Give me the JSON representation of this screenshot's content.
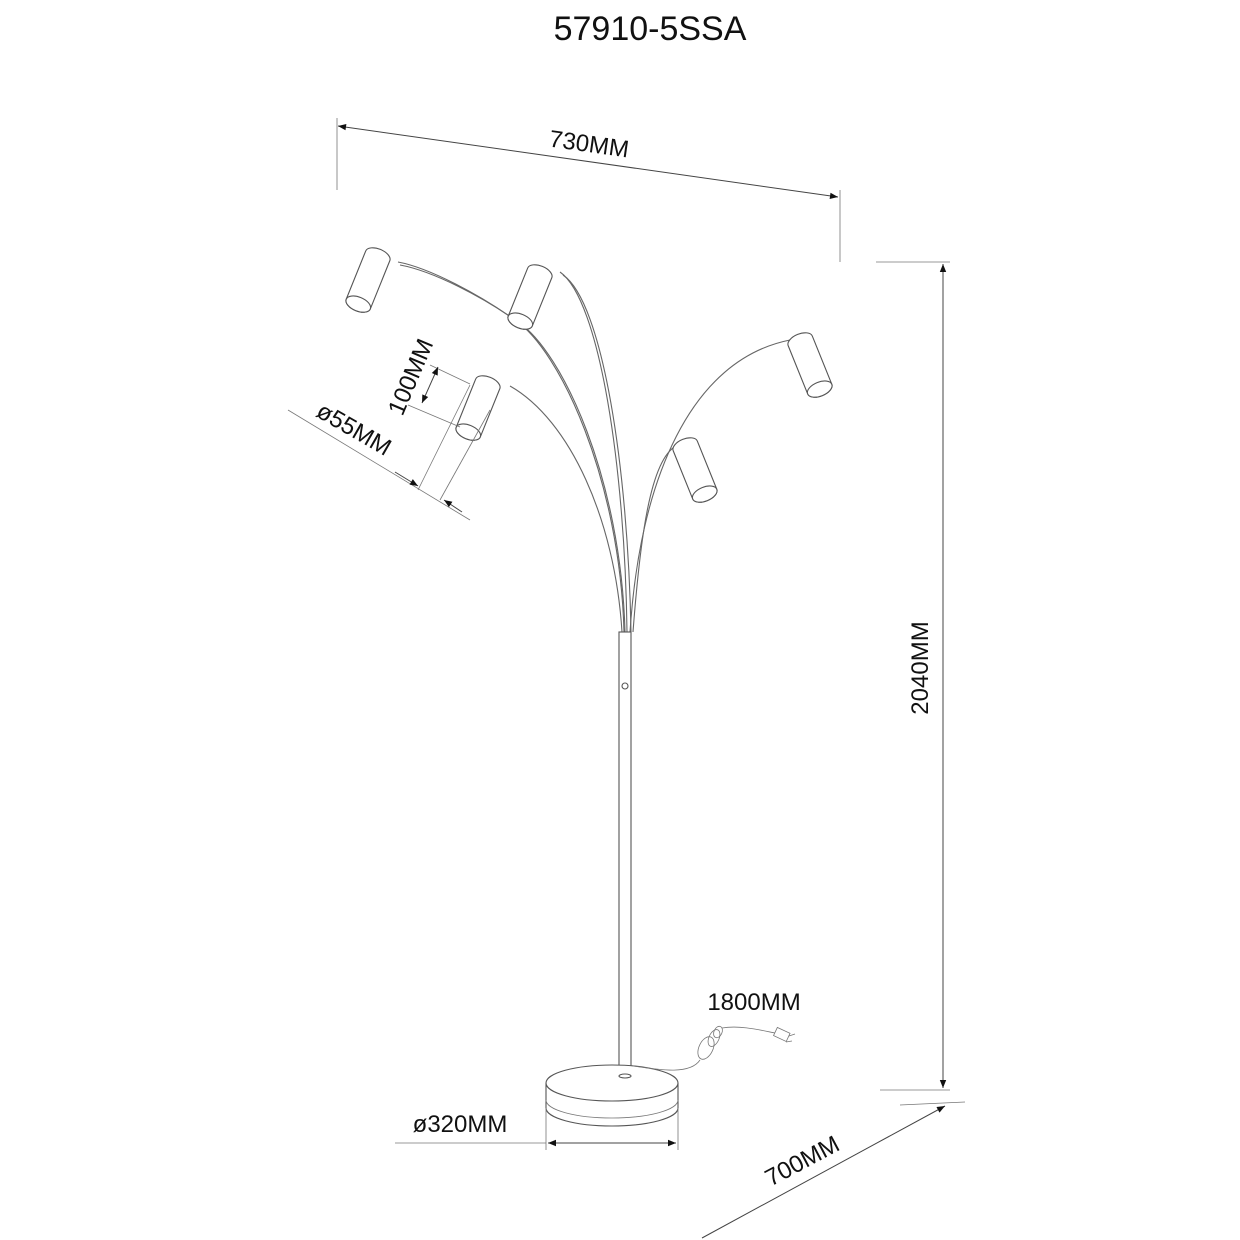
{
  "title": "57910-5SSA",
  "dimensions": {
    "width": "730MM",
    "height": "2040MM",
    "depth": "700MM",
    "shade_length": "100MM",
    "shade_diameter": "ø55MM",
    "base_diameter": "ø320MM",
    "cable_length": "1800MM"
  }
}
